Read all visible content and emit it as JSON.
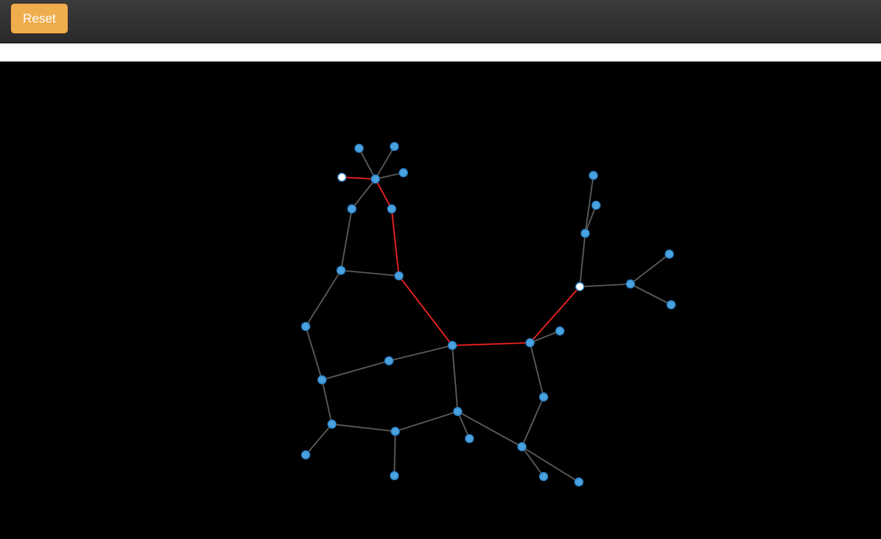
{
  "toolbar": {
    "reset_label": "Reset"
  },
  "colors": {
    "toolbar_bg": "#333333",
    "reset_bg": "#f0ad4e",
    "canvas_bg": "#000000",
    "edge_default": "#555555",
    "edge_highlight": "#e02020",
    "node_fill": "#4aa3df",
    "node_stroke": "#2b7cc0",
    "node_selected_fill": "#ffffff"
  },
  "graph": {
    "nodes": [
      {
        "id": 0,
        "state": "normal"
      },
      {
        "id": 1,
        "state": "normal"
      },
      {
        "id": 2,
        "state": "selected"
      },
      {
        "id": 3,
        "state": "normal"
      },
      {
        "id": 4,
        "state": "normal"
      },
      {
        "id": 5,
        "state": "normal"
      },
      {
        "id": 6,
        "state": "normal"
      },
      {
        "id": 7,
        "state": "normal"
      },
      {
        "id": 8,
        "state": "normal"
      },
      {
        "id": 9,
        "state": "normal"
      },
      {
        "id": 10,
        "state": "normal"
      },
      {
        "id": 11,
        "state": "normal"
      },
      {
        "id": 12,
        "state": "normal"
      },
      {
        "id": 13,
        "state": "normal"
      },
      {
        "id": 14,
        "state": "normal"
      },
      {
        "id": 15,
        "state": "normal"
      },
      {
        "id": 16,
        "state": "normal"
      },
      {
        "id": 17,
        "state": "normal"
      },
      {
        "id": 18,
        "state": "normal"
      },
      {
        "id": 19,
        "state": "normal"
      },
      {
        "id": 20,
        "state": "normal"
      },
      {
        "id": 21,
        "state": "normal"
      },
      {
        "id": 22,
        "state": "normal"
      },
      {
        "id": 23,
        "state": "normal"
      },
      {
        "id": 24,
        "state": "normal"
      },
      {
        "id": 25,
        "state": "selected"
      },
      {
        "id": 26,
        "state": "normal"
      },
      {
        "id": 27,
        "state": "normal"
      },
      {
        "id": 28,
        "state": "normal"
      },
      {
        "id": 29,
        "state": "normal"
      },
      {
        "id": 30,
        "state": "normal"
      }
    ],
    "edges": [
      {
        "source": 4,
        "target": 0,
        "highlight": false
      },
      {
        "source": 4,
        "target": 1,
        "highlight": false
      },
      {
        "source": 4,
        "target": 3,
        "highlight": false
      },
      {
        "source": 4,
        "target": 2,
        "highlight": true
      },
      {
        "source": 4,
        "target": 6,
        "highlight": true
      },
      {
        "source": 4,
        "target": 5,
        "highlight": false
      },
      {
        "source": 5,
        "target": 7,
        "highlight": false
      },
      {
        "source": 6,
        "target": 8,
        "highlight": true
      },
      {
        "source": 7,
        "target": 8,
        "highlight": false
      },
      {
        "source": 7,
        "target": 9,
        "highlight": false
      },
      {
        "source": 8,
        "target": 11,
        "highlight": true
      },
      {
        "source": 9,
        "target": 10,
        "highlight": false
      },
      {
        "source": 10,
        "target": 12,
        "highlight": false
      },
      {
        "source": 10,
        "target": 13,
        "highlight": false
      },
      {
        "source": 12,
        "target": 11,
        "highlight": false
      },
      {
        "source": 11,
        "target": 18,
        "highlight": true
      },
      {
        "source": 11,
        "target": 15,
        "highlight": false
      },
      {
        "source": 13,
        "target": 16,
        "highlight": false
      },
      {
        "source": 13,
        "target": 14,
        "highlight": false
      },
      {
        "source": 14,
        "target": 17,
        "highlight": false
      },
      {
        "source": 14,
        "target": 15,
        "highlight": false
      },
      {
        "source": 15,
        "target": 20,
        "highlight": false
      },
      {
        "source": 15,
        "target": 21,
        "highlight": false
      },
      {
        "source": 18,
        "target": 19,
        "highlight": false
      },
      {
        "source": 18,
        "target": 22,
        "highlight": false
      },
      {
        "source": 22,
        "target": 21,
        "highlight": false
      },
      {
        "source": 21,
        "target": 23,
        "highlight": false
      },
      {
        "source": 21,
        "target": 24,
        "highlight": false
      },
      {
        "source": 18,
        "target": 25,
        "highlight": true
      },
      {
        "source": 25,
        "target": 28,
        "highlight": false
      },
      {
        "source": 28,
        "target": 26,
        "highlight": false
      },
      {
        "source": 28,
        "target": 27,
        "highlight": false
      },
      {
        "source": 25,
        "target": 29,
        "highlight": false
      },
      {
        "source": 29,
        "target": 30,
        "highlight": false
      },
      {
        "source": 29,
        "target": 31,
        "highlight": false
      }
    ]
  }
}
